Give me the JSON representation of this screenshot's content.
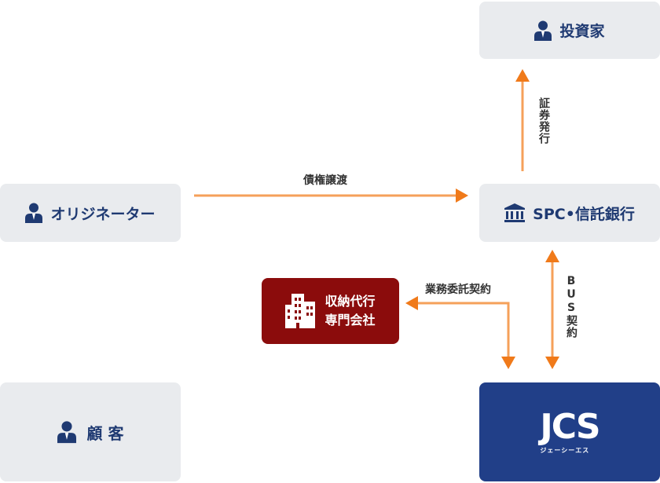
{
  "nodes": {
    "investor": "投資家",
    "originator": "オリジネーター",
    "spc": "SPC•信託銀行",
    "collection_agency_line1": "収納代行",
    "collection_agency_line2": "専門会社",
    "customer": "顧 客",
    "jcs_logo": "JCS",
    "jcs_logo_sub": "ジェーシーエス"
  },
  "edges": {
    "claim_transfer": "債権譲渡",
    "securities_issuance": "証券発行",
    "bus_contract": "BUS契約",
    "business_consignment": "業務委託契約"
  },
  "colors": {
    "arrow": "#f5a05a",
    "arrow_head": "#f07a1a",
    "node_bg": "#e9ebee",
    "node_text": "#1f3a72",
    "collection_bg": "#8b0c0c",
    "jcs_bg": "#213f88"
  },
  "icons": {
    "person": "person-icon",
    "bank": "bank-icon",
    "building": "building-icon"
  }
}
